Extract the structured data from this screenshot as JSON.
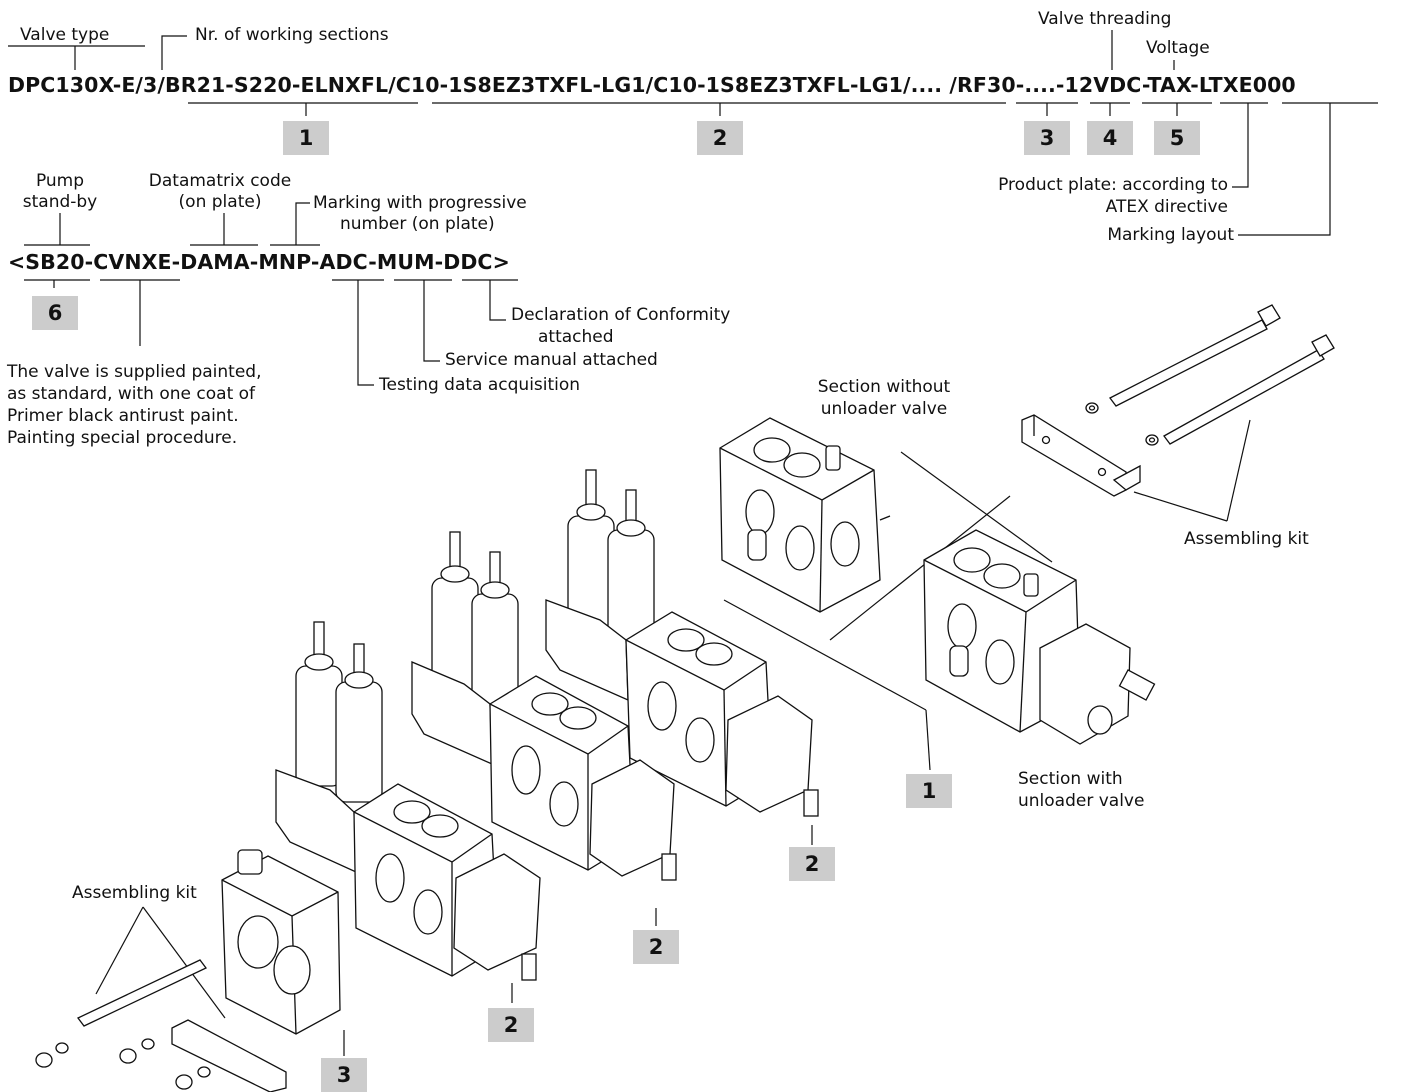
{
  "code_line_1": {
    "prefix": "DPC130X-E/3/",
    "part1": "BR21-S220-ELNXFL",
    "sep1": "/",
    "part2": "C10-1S8EZ3TXFL-LG1/C10-1S8EZ3TXFL-LG1/....",
    "gap": " /",
    "part3": "RF30",
    "dash1": "-",
    "part4": "....",
    "dash2": "-",
    "part5": "12VDC",
    "dash3": "-",
    "part6": "TAX",
    "dash4": "-",
    "part7": "LTXE000"
  },
  "code_line_2": {
    "open": "<",
    "p1": "SB20",
    "d1": "-",
    "p2": "CVNXE",
    "d2": "-",
    "p3": "DAMA",
    "d3": "-",
    "p4": "MNP",
    "d4": "-",
    "p5": "ADC",
    "d5": "-",
    "p6": "MUM",
    "d6": "-",
    "p7": "DDC",
    "close": ">"
  },
  "labels": {
    "valve_type": "Valve type",
    "nr_sections": "Nr. of working sections",
    "valve_threading": "Valve threading",
    "voltage": "Voltage",
    "product_plate": "Product plate: according to",
    "product_plate_2": "ATEX directive",
    "marking_layout": "Marking layout",
    "pump_standby_1": "Pump",
    "pump_standby_2": "stand-by",
    "datamatrix_1": "Datamatrix code",
    "datamatrix_2": "(on plate)",
    "marking_prog_1": "Marking with progressive",
    "marking_prog_2": "number (on plate)",
    "declaration_1": "Declaration of Conformity",
    "declaration_2": "attached",
    "service_manual": "Service manual attached",
    "testing_data": "Testing data acquisition",
    "painted_1": "The valve is supplied painted,",
    "painted_2": "as standard, with one coat of",
    "painted_3": "Primer black antirust paint.",
    "painted_4": "Painting special  procedure.",
    "section_without_1": "Section without",
    "section_without_2": "unloader valve",
    "section_with_1": "Section with",
    "section_with_2": "unloader valve",
    "assembling_kit_right": "Assembling kit",
    "assembling_kit_left": "Assembling kit"
  },
  "badges": {
    "b1": "1",
    "b2": "2",
    "b3": "3",
    "b4": "4",
    "b5": "5",
    "b6": "6",
    "d_sec1": "1",
    "d_sec2a": "2",
    "d_sec2b": "2",
    "d_sec2c": "2",
    "d_end3": "3"
  }
}
